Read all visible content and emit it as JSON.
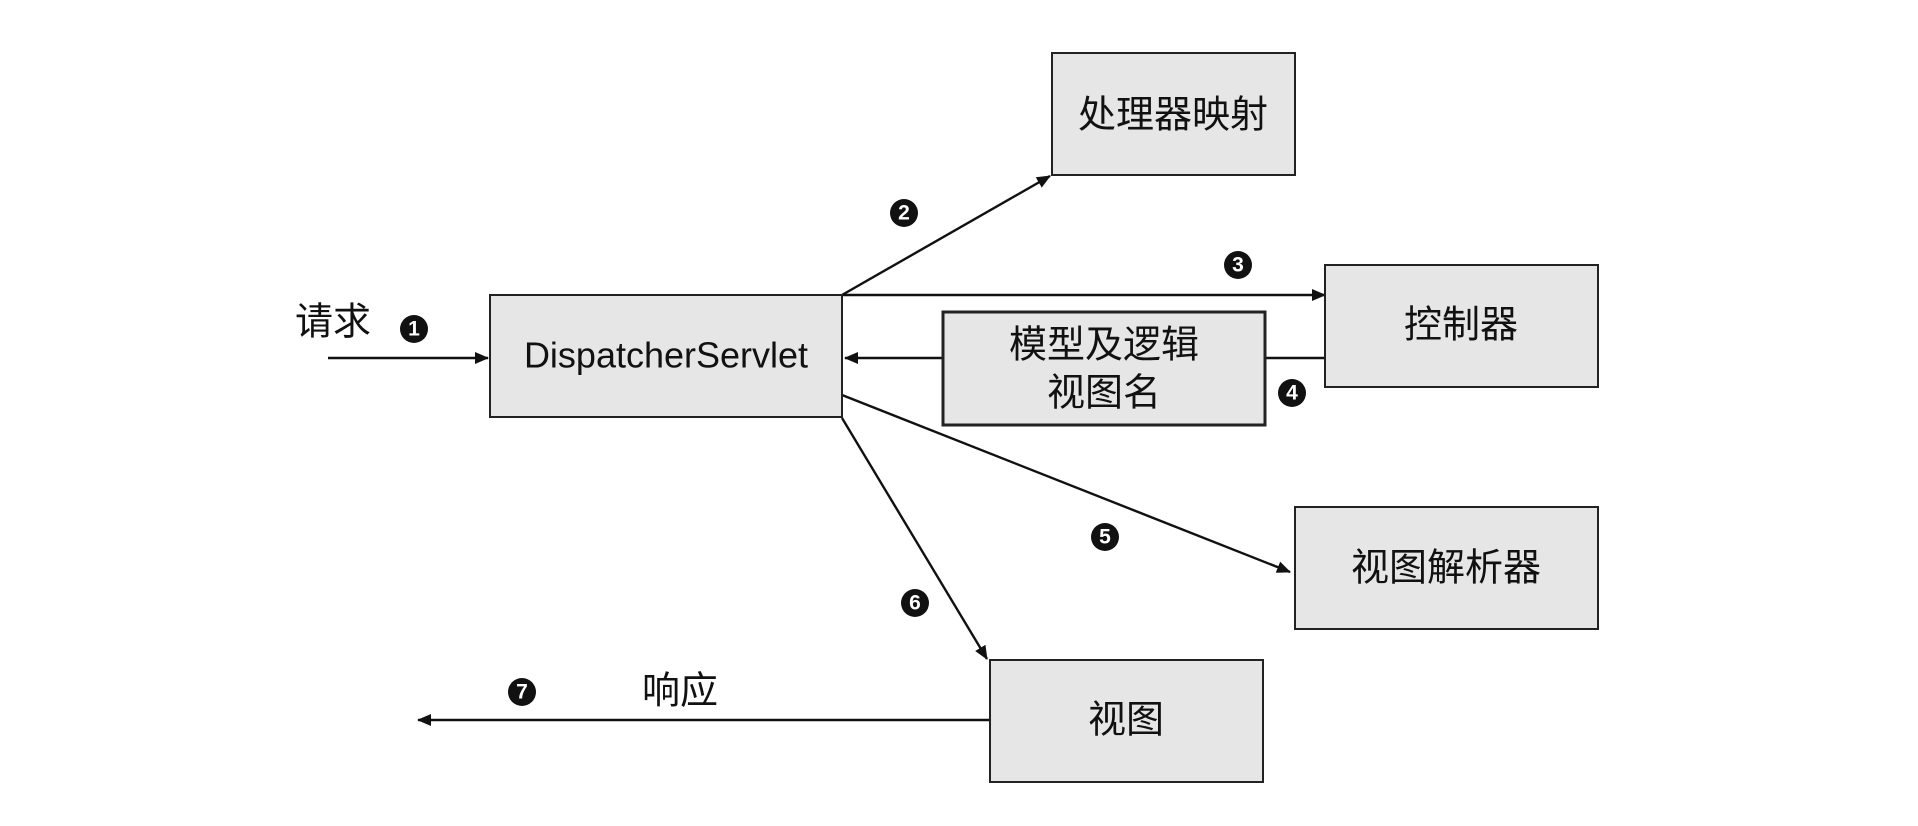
{
  "nodes": {
    "dispatcher": "DispatcherServlet",
    "handler_mapping": "处理器映射",
    "controller": "控制器",
    "model_view_line1": "模型及逻辑",
    "model_view_line2": "视图名",
    "view_resolver": "视图解析器",
    "view": "视图"
  },
  "labels": {
    "request": "请求",
    "response": "响应"
  },
  "steps": [
    "1",
    "2",
    "3",
    "4",
    "5",
    "6",
    "7"
  ]
}
